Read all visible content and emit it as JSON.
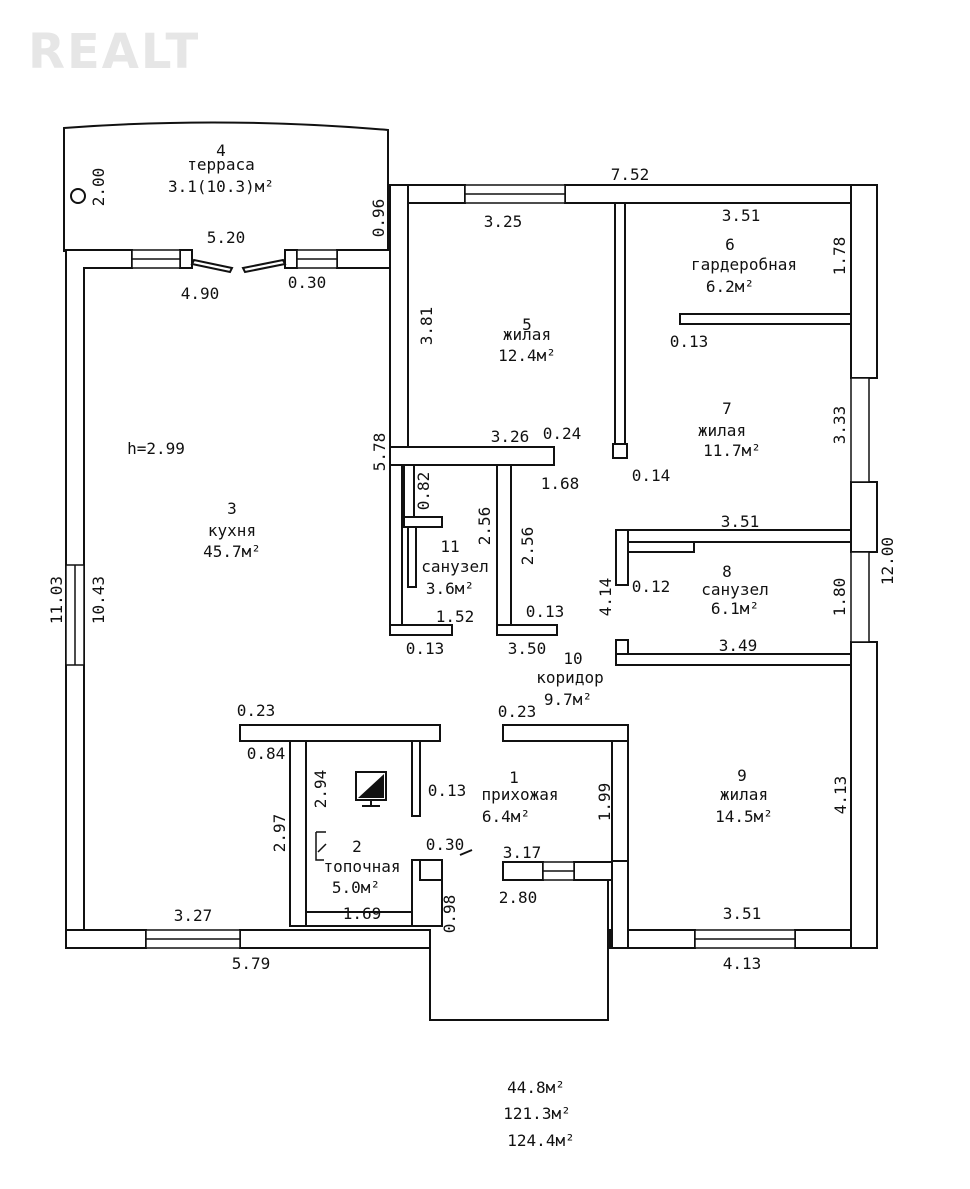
{
  "watermark": "REALT",
  "rooms": {
    "r4": {
      "number": "4",
      "name": "терраса",
      "area": "3.1(10.3)м²"
    },
    "r5": {
      "number": "5",
      "name": "жилая",
      "area": "12.4м²"
    },
    "r6": {
      "number": "6",
      "name": "гардеробная",
      "area": "6.2м²"
    },
    "r7": {
      "number": "7",
      "name": "жилая",
      "area": "11.7м²"
    },
    "r3": {
      "number": "3",
      "name": "кухня",
      "area": "45.7м²",
      "height": "h=2.99"
    },
    "r11": {
      "number": "11",
      "name": "санузел",
      "area": "3.6м²"
    },
    "r8": {
      "number": "8",
      "name": "санузел",
      "area": "6.1м²"
    },
    "r10": {
      "number": "10",
      "name": "коридор",
      "area": "9.7м²"
    },
    "r1": {
      "number": "1",
      "name": "прихожая",
      "area": "6.4м²"
    },
    "r9": {
      "number": "9",
      "name": "жилая",
      "area": "14.5м²"
    },
    "r2": {
      "number": "2",
      "name": "топочная",
      "area": "5.0м²"
    }
  },
  "dims": {
    "d_752": "7.52",
    "d_200": "2.00",
    "d_096": "0.96",
    "d_520": "5.20",
    "d_325": "3.25",
    "d_351a": "3.51",
    "d_178": "1.78",
    "d_490": "4.90",
    "d_030a": "0.30",
    "d_381": "3.81",
    "d_013a": "0.13",
    "d_326": "3.26",
    "d_024": "0.24",
    "d_333": "3.33",
    "d_014": "0.14",
    "d_578": "5.78",
    "d_168": "1.68",
    "d_082": "0.82",
    "d_256a": "2.56",
    "d_256b": "2.56",
    "d_351b": "3.51",
    "d_1200": "12.00",
    "d_1103": "11.03",
    "d_1043": "10.43",
    "d_414": "4.14",
    "d_012": "0.12",
    "d_180": "1.80",
    "d_152": "1.52",
    "d_013b": "0.13",
    "d_013c": "0.13",
    "d_350": "3.50",
    "d_349": "3.49",
    "d_023a": "0.23",
    "d_023b": "0.23",
    "d_084": "0.84",
    "d_294": "2.94",
    "d_013d": "0.13",
    "d_199": "1.99",
    "d_413a": "4.13",
    "d_297": "2.97",
    "d_030b": "0.30",
    "d_317": "3.17",
    "d_280": "2.80",
    "d_098": "0.98",
    "d_169": "1.69",
    "d_327": "3.27",
    "d_351c": "3.51",
    "d_579": "5.79",
    "d_413b": "4.13"
  },
  "totals": [
    "44.8м²",
    "121.3м²",
    "124.4м²"
  ]
}
